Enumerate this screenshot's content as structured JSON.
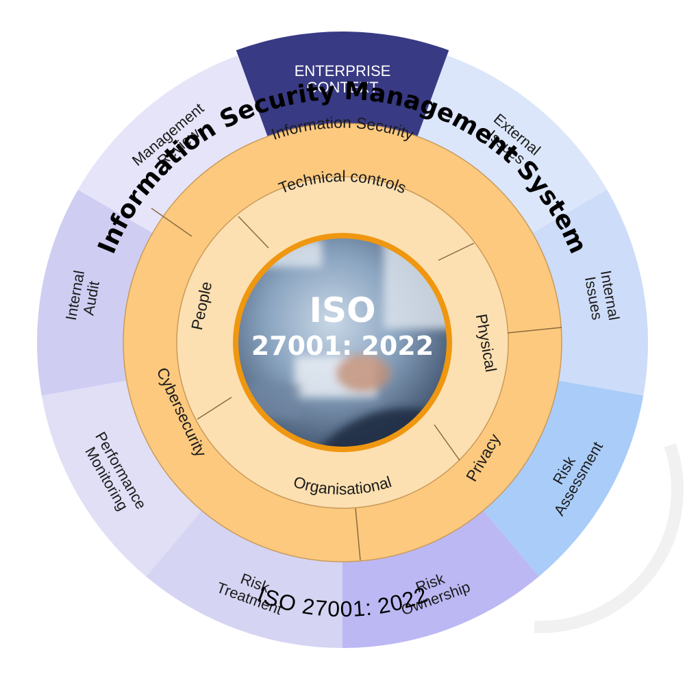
{
  "title": "Information Security Management System",
  "subtitle": "ISO 27001: 2022",
  "center": {
    "line1": "ISO",
    "line2": "27001: 2022"
  },
  "outer_ring": [
    {
      "lines": [
        "ENTERPRISE",
        "CONTEXT"
      ],
      "color": "#393a84",
      "highlight": true
    },
    {
      "lines": [
        "External",
        "Issues"
      ],
      "color": "#dbe6fb"
    },
    {
      "lines": [
        "Internal",
        "Issues"
      ],
      "color": "#cddcf8"
    },
    {
      "lines": [
        "Risk",
        "Assessment"
      ],
      "color": "#a9ccf8"
    },
    {
      "lines": [
        "Risk",
        "Ownership"
      ],
      "color": "#bcb8f4"
    },
    {
      "lines": [
        "Risk",
        "Treatment"
      ],
      "color": "#d5d4f3"
    },
    {
      "lines": [
        "Performance",
        "Monitoring"
      ],
      "color": "#e0dff6"
    },
    {
      "lines": [
        "Internal",
        "Audit"
      ],
      "color": "#cfcdf2"
    },
    {
      "lines": [
        "Management",
        "Review"
      ],
      "color": "#e6e4f8"
    }
  ],
  "middle_ring": [
    "Information Security",
    "Privacy",
    "Cybersecurity"
  ],
  "inner_ring": [
    "Technical controls",
    "Physical",
    "Organisational",
    "People"
  ],
  "colors": {
    "middle_ring": "#fcc97e",
    "inner_ring": "#fde0b1",
    "accent_ring": "#ef9710",
    "divider": "#8a6a3e"
  }
}
